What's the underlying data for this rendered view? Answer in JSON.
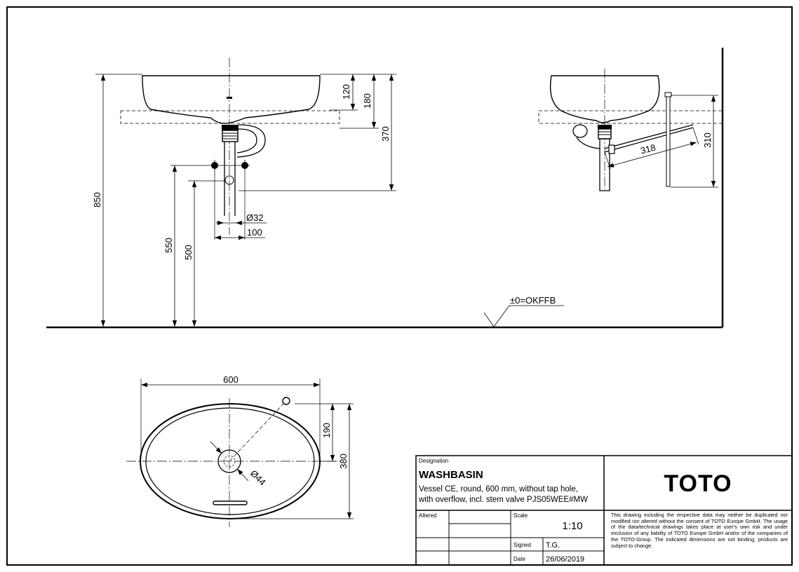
{
  "side_view": {
    "dim_height_total": "850",
    "dim_basin_height": "120",
    "dim_basin_top_to_counter": "180",
    "dim_top_to_wall_connection": "370",
    "dim_wall_conn_low": "550",
    "dim_wall_conn_high": "500",
    "dim_waste_diameter": "Ø32",
    "dim_waste_spacing": "100",
    "floor_reference": "±0=OKFFB"
  },
  "end_view": {
    "dim_stem_length": "318",
    "dim_stem_height": "310"
  },
  "plan_view": {
    "dim_width": "600",
    "dim_depth": "380",
    "dim_half_depth": "190",
    "dim_drain_diameter": "Ø44"
  },
  "title_block": {
    "designation_label": "Designation",
    "title": "WASHBASIN",
    "description_line1": "Vessel CE, round, 600 mm, without tap hole,",
    "description_line2": "with overflow, incl. stem valve PJS05WEE#MW",
    "altered_label": "Altered",
    "scale_label": "Scale",
    "scale_value": "1:10",
    "signed_label": "Signed",
    "signed_value": "T.G.",
    "date_label": "Date",
    "date_value": "26/06/2019",
    "brand_logo": "TOTO",
    "disclaimer": "This drawing including the respective data may neither be duplicated nor modified nor altered without the consent of TOTO Europe GmbH. The usage of the data/technical drawings takes place at user's own risk and under exclusion of any liability of TOTO Europe GmbH and/or of the companies of the TOTO-Group. The indicated dimensions are not binding; products are subject to change."
  }
}
